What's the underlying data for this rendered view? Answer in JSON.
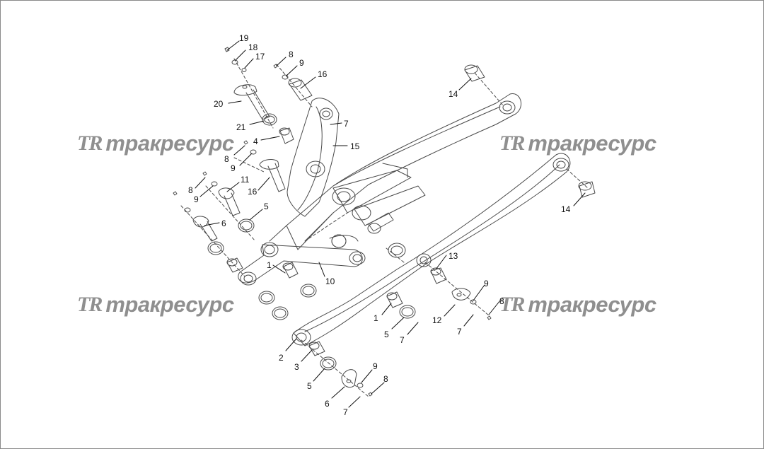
{
  "watermark": {
    "logo": "TR",
    "text": "тракресурс"
  },
  "colors": {
    "line": "#4a4a4a",
    "watermark": "#8f8f8f",
    "border": "#8a8a8a"
  },
  "callouts": [
    {
      "id": "c19a",
      "text": "19"
    },
    {
      "id": "c18a",
      "text": "18"
    },
    {
      "id": "c17a",
      "text": "17"
    },
    {
      "id": "c8a",
      "text": "8"
    },
    {
      "id": "c9a",
      "text": "9"
    },
    {
      "id": "c16a",
      "text": "16"
    },
    {
      "id": "c14a",
      "text": "14"
    },
    {
      "id": "c20",
      "text": "20"
    },
    {
      "id": "c7a",
      "text": "7"
    },
    {
      "id": "c21",
      "text": "21"
    },
    {
      "id": "c4",
      "text": "4"
    },
    {
      "id": "c15",
      "text": "15"
    },
    {
      "id": "c8b",
      "text": "8"
    },
    {
      "id": "c9b",
      "text": "9"
    },
    {
      "id": "c11",
      "text": "11"
    },
    {
      "id": "c16b",
      "text": "16"
    },
    {
      "id": "c8c",
      "text": "8"
    },
    {
      "id": "c9c",
      "text": "9"
    },
    {
      "id": "c5a",
      "text": "5"
    },
    {
      "id": "c6a",
      "text": "6"
    },
    {
      "id": "c14b",
      "text": "14"
    },
    {
      "id": "c1a",
      "text": "1"
    },
    {
      "id": "c10",
      "text": "10"
    },
    {
      "id": "c13",
      "text": "13"
    },
    {
      "id": "c9d",
      "text": "9"
    },
    {
      "id": "c8d",
      "text": "8"
    },
    {
      "id": "c12",
      "text": "12"
    },
    {
      "id": "c1b",
      "text": "1"
    },
    {
      "id": "c5b",
      "text": "5"
    },
    {
      "id": "c7b",
      "text": "7"
    },
    {
      "id": "c7c",
      "text": "7"
    },
    {
      "id": "c2",
      "text": "2"
    },
    {
      "id": "c3",
      "text": "3"
    },
    {
      "id": "c5c",
      "text": "5"
    },
    {
      "id": "c9e",
      "text": "9"
    },
    {
      "id": "c8e",
      "text": "8"
    },
    {
      "id": "c6b",
      "text": "6"
    },
    {
      "id": "c7d",
      "text": "7"
    }
  ]
}
